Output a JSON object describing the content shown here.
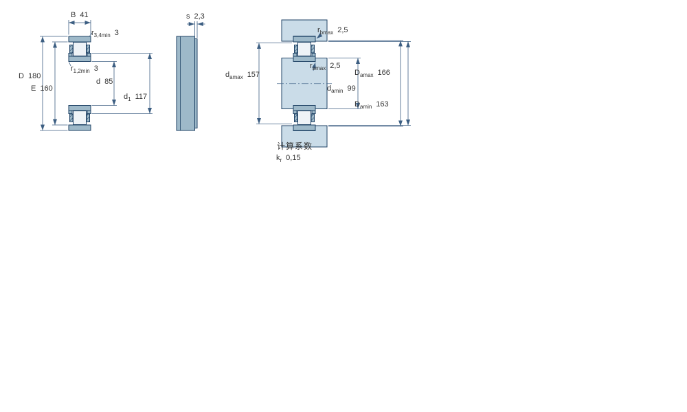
{
  "footer": {
    "heading": "计算系数"
  },
  "dims": {
    "B": {
      "sym": "B",
      "value": "41"
    },
    "r34": {
      "sym": "r",
      "sub": "3,4min",
      "value": "3"
    },
    "r12": {
      "sym": "r",
      "sub": "1,2min",
      "value": "3"
    },
    "D": {
      "sym": "D",
      "value": "180"
    },
    "E": {
      "sym": "E",
      "value": "160"
    },
    "d": {
      "sym": "d",
      "value": "85"
    },
    "d1": {
      "sym": "d",
      "sub": "1",
      "value": "117"
    },
    "s": {
      "sym": "s",
      "value": "2,3"
    },
    "rb": {
      "sym": "r",
      "sub": "bmax",
      "value": "2,5"
    },
    "damax": {
      "sym": "d",
      "sub": "amax",
      "value": "157"
    },
    "ra": {
      "sym": "r",
      "sub": "amax",
      "value": "2,5"
    },
    "damin": {
      "sym": "d",
      "sub": "amin",
      "value": "99"
    },
    "Damax": {
      "sym": "D",
      "sub": "amax",
      "value": "166"
    },
    "Damin": {
      "sym": "D",
      "sub": "amin",
      "value": "163"
    },
    "kr": {
      "sym": "k",
      "sub": "r",
      "value": "0,15"
    }
  },
  "colors": {
    "outline": "#1f4265",
    "ring_fill": "#9eb9c9",
    "roller_fill": "#eef3f7",
    "mount_fill": "#cadce8",
    "dimension_line": "#3c5e82",
    "text": "#333333"
  }
}
